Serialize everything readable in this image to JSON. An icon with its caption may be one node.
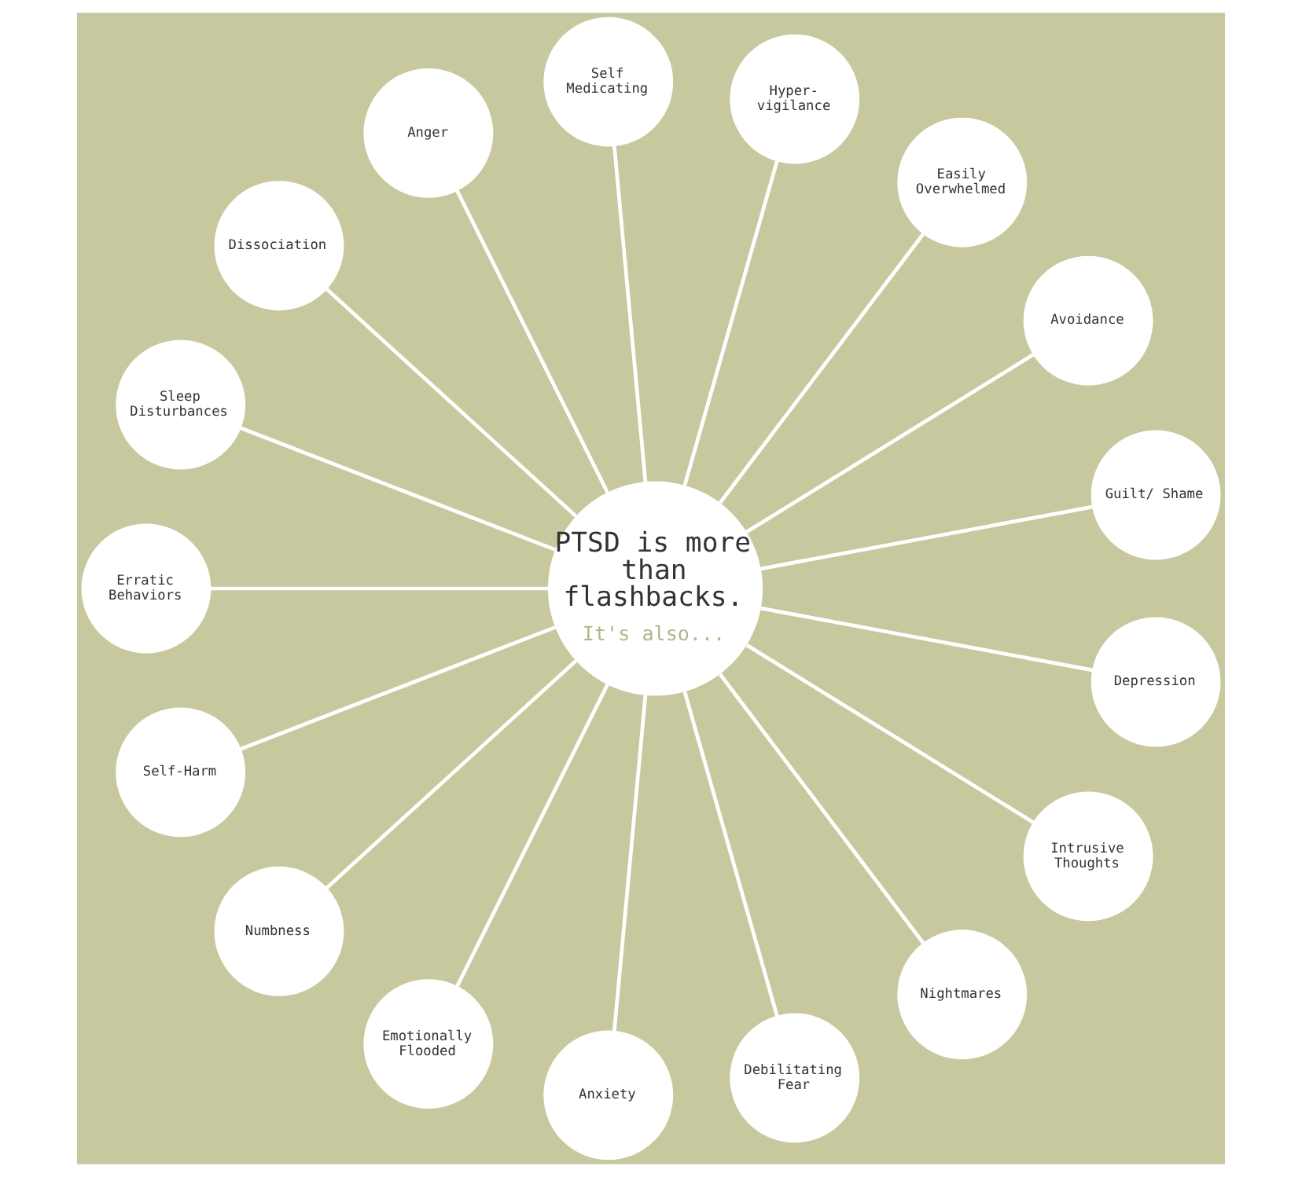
{
  "diagram": {
    "nodes": [
      {
        "text": [
          "PTSD is more than flashbacks.",
          "It's also..."
        ]
      },
      {
        "text": [
          "Guilt/ Shame"
        ]
      },
      {
        "text": [
          "Avoidance"
        ]
      },
      {
        "text": [
          "Easily Overwhelmed"
        ]
      },
      {
        "text": [
          "Hyper- vigilance"
        ]
      },
      {
        "text": [
          "Self Medicating"
        ]
      },
      {
        "text": [
          "Anger"
        ]
      },
      {
        "text": [
          "Dissociation"
        ]
      },
      {
        "text": [
          "Sleep Disturbances"
        ]
      },
      {
        "text": [
          "Erratic Behaviors"
        ]
      },
      {
        "text": [
          "Self-Harm"
        ]
      },
      {
        "text": [
          "Numbness"
        ]
      },
      {
        "text": [
          "Emotionally Flooded"
        ]
      },
      {
        "text": [
          "Anxiety"
        ]
      },
      {
        "text": [
          "Debilitating Fear"
        ]
      },
      {
        "text": [
          "Nightmares"
        ]
      },
      {
        "text": [
          "Intrusive Thoughts"
        ]
      },
      {
        "text": [
          "Depression"
        ]
      }
    ],
    "edges": [
      {
        "from": 0,
        "to": 1,
        "arrow": "none"
      },
      {
        "from": 0,
        "to": 2,
        "arrow": "none"
      },
      {
        "from": 0,
        "to": 3,
        "arrow": "none"
      },
      {
        "from": 0,
        "to": 4,
        "arrow": "none"
      },
      {
        "from": 0,
        "to": 5,
        "arrow": "none"
      },
      {
        "from": 0,
        "to": 7,
        "arrow": "none"
      },
      {
        "from": 0,
        "to": 9,
        "arrow": "none"
      },
      {
        "from": 0,
        "to": 12,
        "arrow": "none"
      },
      {
        "from": 0,
        "to": 15,
        "arrow": "none"
      },
      {
        "from": 0,
        "to": 14,
        "arrow": "none"
      },
      {
        "from": 0,
        "to": 17,
        "arrow": "none"
      },
      {
        "from": 0,
        "to": 13,
        "arrow": "none"
      },
      {
        "from": 0,
        "to": 16,
        "arrow": "none"
      },
      {
        "from": 0,
        "to": 11,
        "arrow": "none"
      },
      {
        "from": 0,
        "to": 10,
        "arrow": "none"
      },
      {
        "from": 0,
        "to": 8,
        "arrow": "none"
      },
      {
        "from": 0,
        "to": 6,
        "arrow": "none"
      }
    ]
  }
}
